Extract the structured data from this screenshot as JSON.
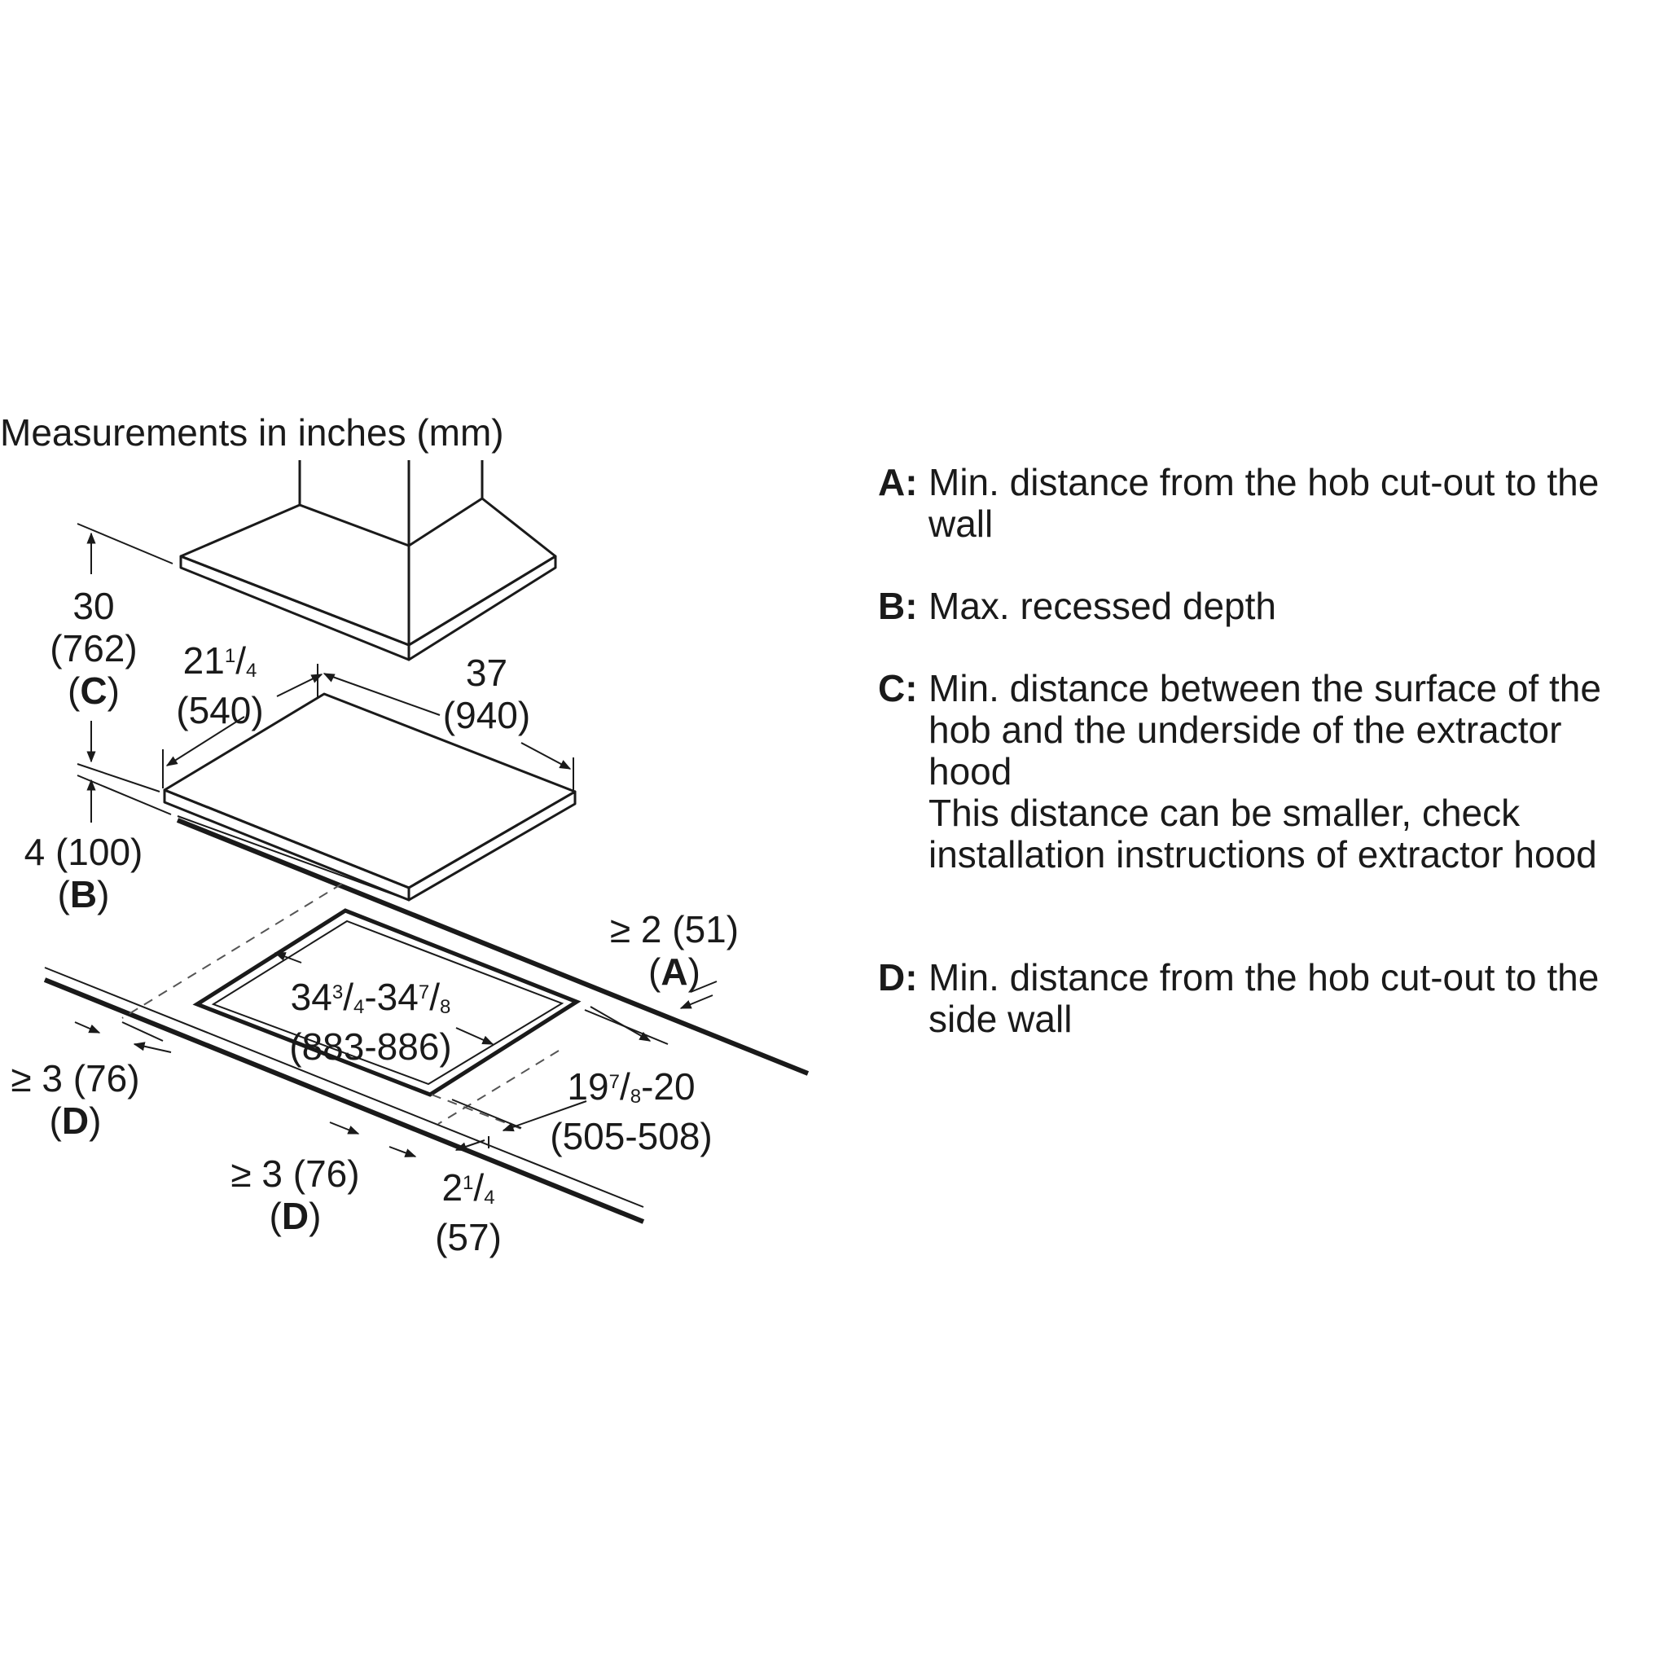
{
  "title": "Measurements in inches (mm)",
  "dims": {
    "c": {
      "in": "30",
      "mm": "(762)",
      "letter": "C"
    },
    "b": {
      "in": "4 (100)",
      "letter": "B"
    },
    "depth": {
      "whole": "21",
      "num": "1",
      "den": "4",
      "mm": "(540)"
    },
    "width": {
      "in": "37",
      "mm": "(940)"
    },
    "a": {
      "in": "≥ 2 (51)",
      "letter": "A"
    },
    "cutout_w": {
      "whole1": "34",
      "num1": "3",
      "den1": "4",
      "sep": "-",
      "whole2": "34",
      "num2": "7",
      "den2": "8",
      "mm": "(883-886)"
    },
    "cutout_d": {
      "whole1": "19",
      "num1": "7",
      "den1": "8",
      "rest": "-20",
      "mm": "(505-508)"
    },
    "d_left": {
      "in": "≥ 3 (76)",
      "letter": "D"
    },
    "d_front": {
      "in": "≥ 3 (76)",
      "letter": "D"
    },
    "front": {
      "whole": "2",
      "num": "1",
      "den": "4",
      "mm": "(57)"
    }
  },
  "legend": [
    {
      "key": "A:",
      "text": "Min. distance from the hob cut-out to the\nwall"
    },
    {
      "key": "B:",
      "text": "Max. recessed depth"
    },
    {
      "key": "C:",
      "text": "Min. distance between the surface of the\nhob and the underside of the extractor\nhood\nThis distance can be smaller, check\ninstallation instructions of extractor hood"
    },
    {
      "key": "D:",
      "text": "Min. distance from the hob cut-out to the\nside wall"
    }
  ]
}
